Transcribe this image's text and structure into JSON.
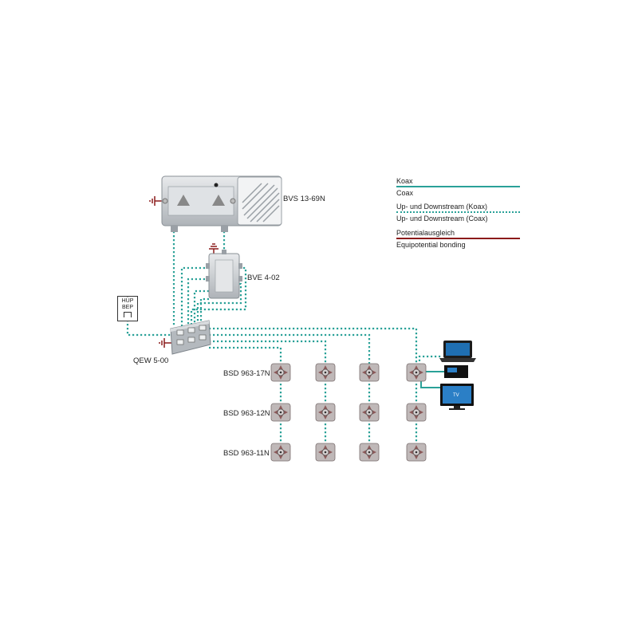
{
  "legend": {
    "koax": "Koax",
    "coax": "Coax",
    "updown_koax": "Up- und Downstream (Koax)",
    "updown_coax": "Up- und Downstream (Coax)",
    "potential_de": "Potentialausgleich",
    "potential_en": "Equipotential bonding"
  },
  "devices": {
    "amplifier": "BVS 13-69N",
    "splitter": "BVE 4-02",
    "distributor": "QEW 5-00",
    "hup_line1": "HÜP",
    "hup_line2": "BEP",
    "row1": "BSD 963-17N",
    "row2": "BSD 963-12N",
    "row3": "BSD 963-11N",
    "tv_label": "TV"
  },
  "colors": {
    "coax": "#2aa198",
    "bonding": "#8b1a1a",
    "device_body": "#c9cdd2",
    "outlet_body": "#b88"
  }
}
